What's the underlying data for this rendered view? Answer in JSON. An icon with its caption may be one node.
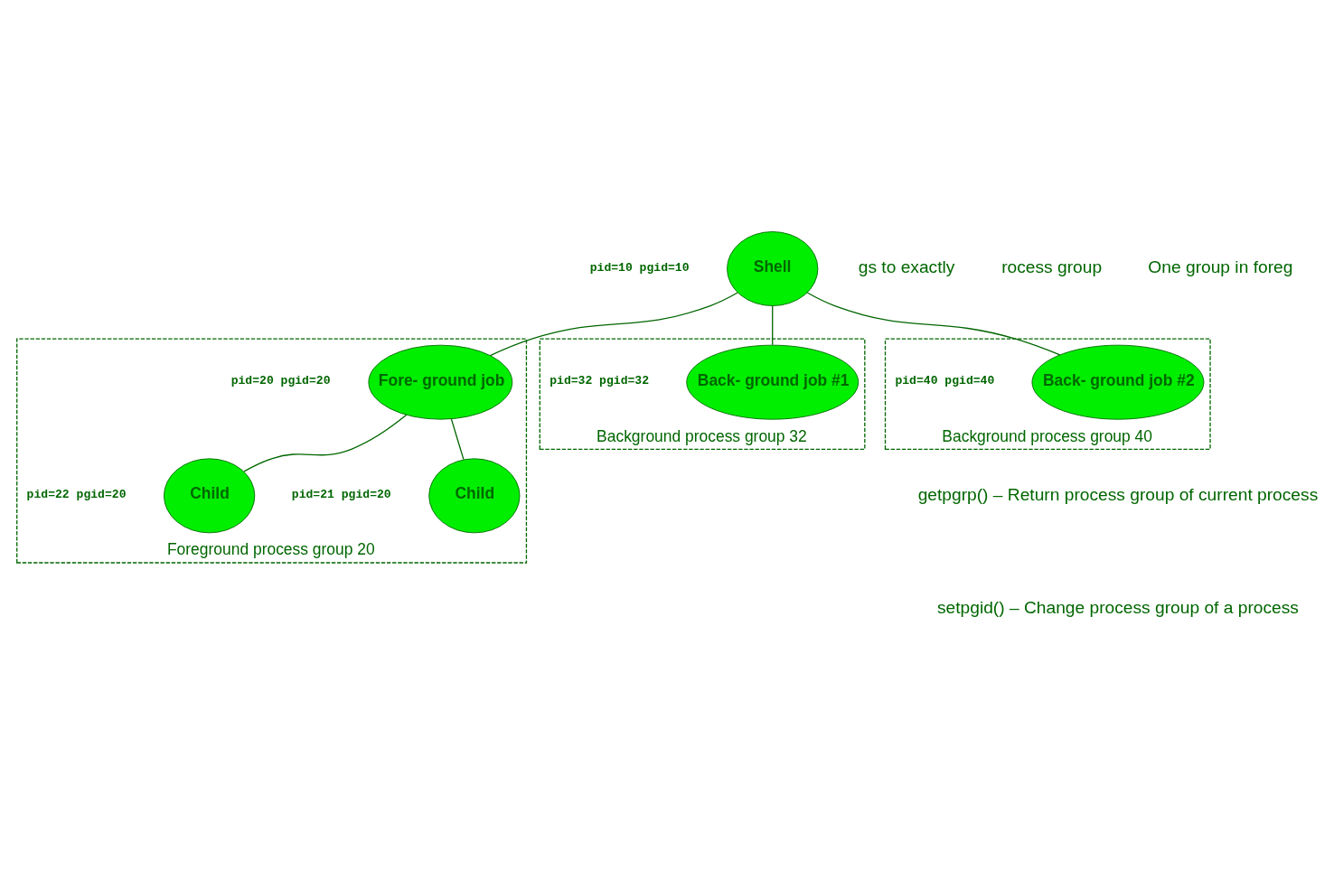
{
  "diagram": {
    "nodes": [
      {
        "text": [
          "Foreground process group 20"
        ]
      },
      {
        "text": [
          "Fore- ground job"
        ],
        "in": 0,
        "beside": [
          "pid=20 pgid=20"
        ]
      },
      {
        "text": [
          "Child"
        ],
        "in": 0,
        "beside": [
          "pid=21 pgid=20"
        ]
      },
      {
        "text": [
          "Child"
        ],
        "in": 0,
        "beside": [
          "pid=22 pgid=20"
        ]
      },
      {
        "text": [
          "Shell"
        ],
        "beside": [
          "pid=10 pgid=10"
        ]
      },
      {
        "text": [
          "Background process group 32"
        ]
      },
      {
        "text": [
          "Back- ground job #1"
        ],
        "in": 5,
        "beside": [
          "pid=32 pgid=32"
        ]
      },
      {
        "text": [
          "Background process group 40"
        ]
      },
      {
        "text": [
          "Back- ground job #2"
        ],
        "in": 7,
        "beside": [
          "pid=40 pgid=40"
        ]
      }
    ],
    "edges": [
      {
        "from": 4,
        "to": 1,
        "arrow": "none"
      },
      {
        "from": 4,
        "to": 6,
        "arrow": "none"
      },
      {
        "from": 4,
        "to": 8,
        "arrow": "none"
      },
      {
        "from": 1,
        "to": 2,
        "arrow": "none"
      },
      {
        "from": 1,
        "to": 3,
        "arrow": "none"
      }
    ],
    "labels": [
      "gs to exactly",
      "rocess group",
      "One group in foreg",
      "getpgrp() – Return process group of current process",
      "setpgid() – Change process group of a process"
    ]
  }
}
